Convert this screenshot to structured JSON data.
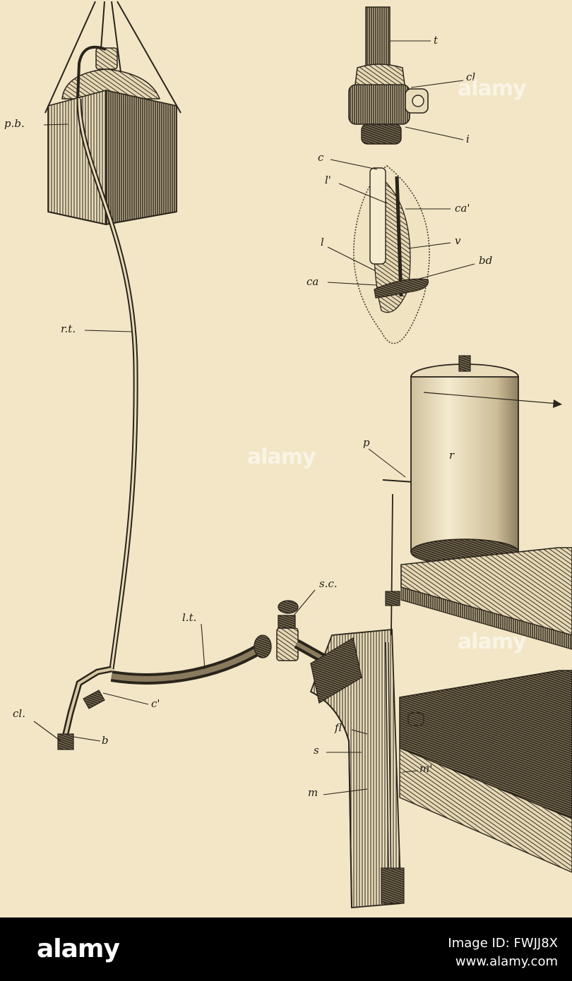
{
  "labels": {
    "pb": "p.b.",
    "rt": "r.t.",
    "lt": "l.t.",
    "sc": "s.c.",
    "cl": "cl.",
    "b": "b",
    "cprime": "c'",
    "t": "t",
    "cl2": "cl",
    "i": "i",
    "c": "c",
    "lprime": "l'",
    "caprime": "ca'",
    "l": "l",
    "v": "v",
    "ca": "ca",
    "bd": "bd",
    "p": "p",
    "r": "r",
    "fl": "fl",
    "s": "s",
    "m": "m",
    "mprime": "m'"
  },
  "watermark": "alamy",
  "footer": {
    "logo": "alamy",
    "image_id": "Image ID: FWJJ8X",
    "site": "www.alamy.com"
  }
}
